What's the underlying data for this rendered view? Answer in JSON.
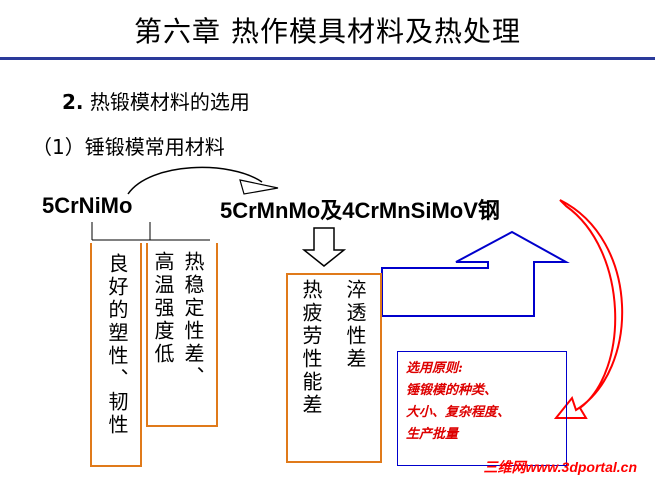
{
  "title": "第六章  热作模具材料及热处理",
  "section": {
    "number": "2.",
    "text": "热锻模材料的选用"
  },
  "subsection": "（1）锤锻模常用材料",
  "steel_a": "5CrNiMo",
  "steel_b": "5CrMnMo及4CrMnSiMoV钢",
  "box_a": "良好的塑性、韧性",
  "box_b_col1": "高温强度低",
  "box_b_col2": "热稳定性差、",
  "box_c_col1": "热疲劳性能差",
  "box_c_col2": "淬透性差",
  "selection_rule": {
    "heading": "选用原则:",
    "lines": [
      "锤锻模的种类、",
      "大小、复杂程度、",
      "生产批量"
    ]
  },
  "watermark": "三维网www.3dportal.cn",
  "colors": {
    "title_rule": "#2a3a9a",
    "orange_box": "#e07a1a",
    "blue_arrow": "#0000cc",
    "red_arrow": "#ff0000",
    "rule_text": "#dd0000"
  }
}
